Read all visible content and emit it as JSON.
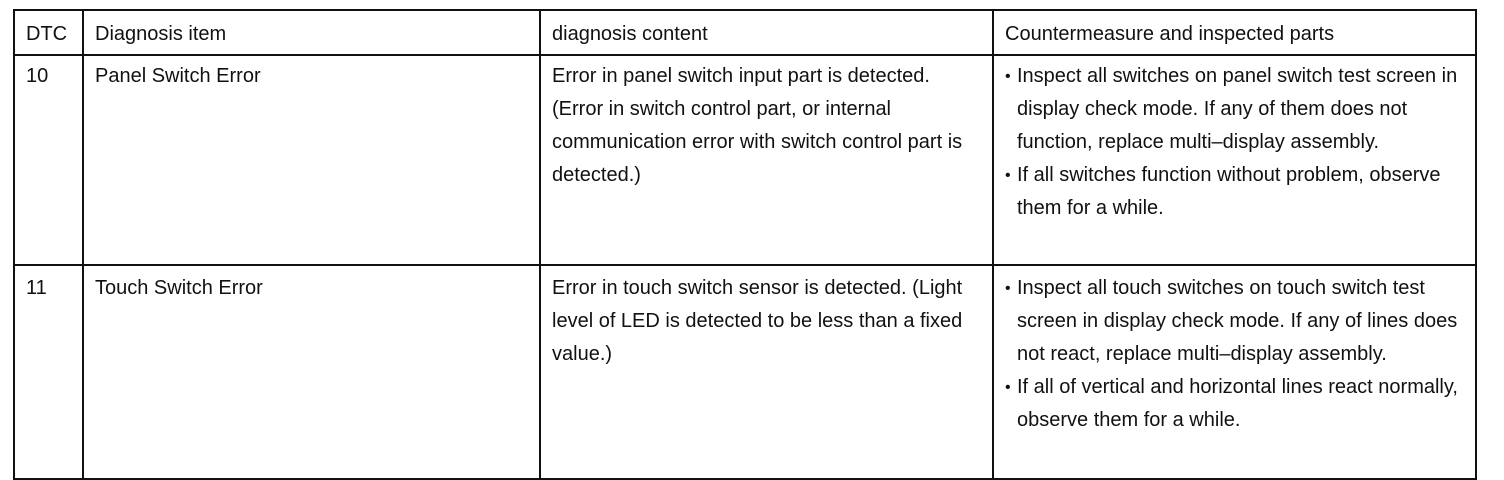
{
  "table": {
    "headers": {
      "dtc": "DTC",
      "item": "Diagnosis item",
      "content": "diagnosis content",
      "counter": "Countermeasure and inspected parts"
    },
    "rows": [
      {
        "dtc": "10",
        "item": "Panel Switch Error",
        "content": "Error in panel switch input part is detected. (Error in switch control part, or internal communication error with switch control part is detected.)",
        "counter": [
          "Inspect all switches on panel switch test screen in display check mode. If any of them does not function, replace multi–display assembly.",
          "If all switches function without problem, observe them for a while."
        ]
      },
      {
        "dtc": "11",
        "item": "Touch Switch Error",
        "content": "Error in touch switch sensor is detected. (Light level of LED is detected to be less than a fixed value.)",
        "counter": [
          "Inspect all touch switches on touch switch test screen in display check mode. If any of lines does not react, replace multi–display assembly.",
          "If all of vertical and horizontal lines react normally, observe them for a while."
        ]
      }
    ],
    "bullet_glyph": "•"
  }
}
